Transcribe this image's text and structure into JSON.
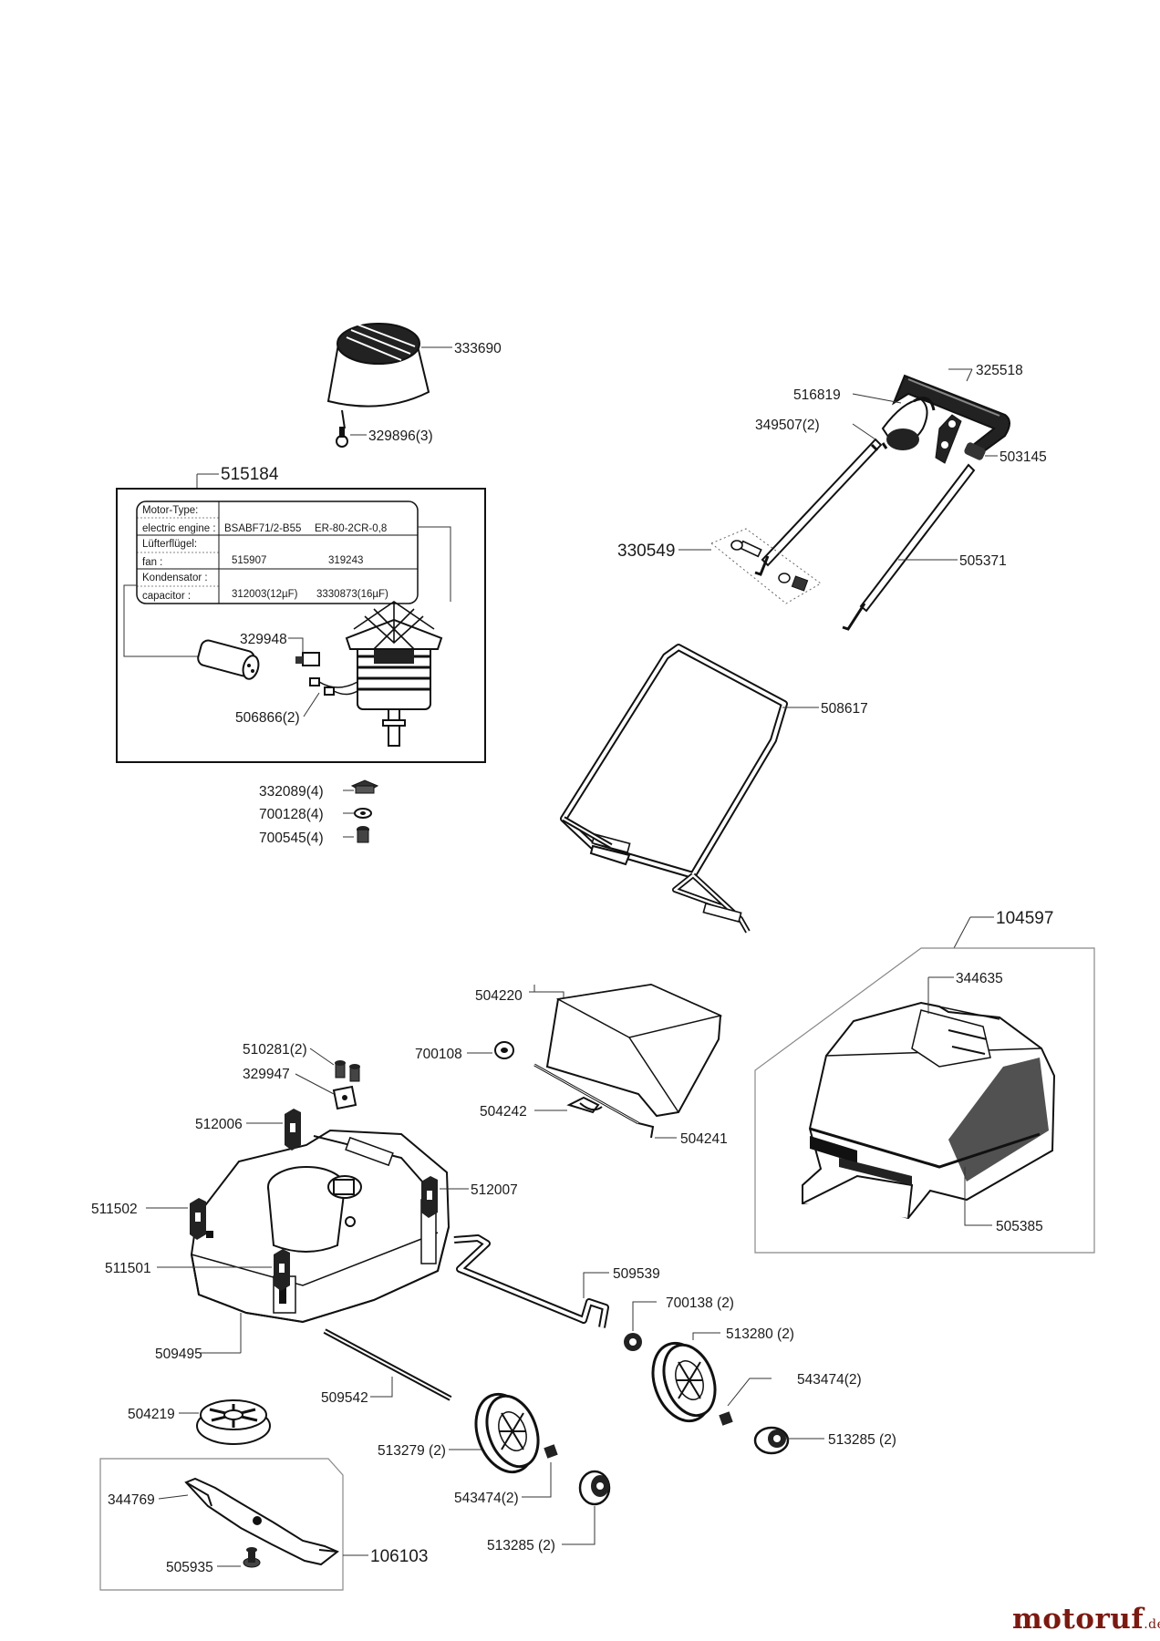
{
  "diagram": {
    "parts": {
      "p333690": "333690",
      "p329896": "329896(3)",
      "p515184": "515184",
      "p329948": "329948",
      "p506866": "506866(2)",
      "p332089": "332089(4)",
      "p700128": "700128(4)",
      "p700545": "700545(4)",
      "p325518": "325518",
      "p516819": "516819",
      "p349507": "349507(2)",
      "p503145": "503145",
      "p330549": "330549",
      "p505371": "505371",
      "p508617": "508617",
      "p104597": "104597",
      "p344635": "344635",
      "p505385": "505385",
      "p504220": "504220",
      "p700108": "700108",
      "p504242": "504242",
      "p504241": "504241",
      "p510281": "510281(2)",
      "p329947": "329947",
      "p512006": "512006",
      "p512007": "512007",
      "p511502": "511502",
      "p511501": "511501",
      "p509495": "509495",
      "p509539": "509539",
      "p700138": "700138 (2)",
      "p513280": "513280 (2)",
      "p543474a": "543474(2)",
      "p509542": "509542",
      "p504219": "504219",
      "p513285a": "513285 (2)",
      "p513279": "513279 (2)",
      "p543474b": "543474(2)",
      "p513285b": "513285 (2)",
      "p344769": "344769",
      "p106103": "106103",
      "p505935": "505935"
    },
    "motor_table": {
      "r1_label_a": "Motor-Type:",
      "r1_label_b": "electric engine :",
      "r1_val1": "BSABF71/2-B55",
      "r1_val2": "ER-80-2CR-0,8",
      "r2_label_a": "Lüfterflügel:",
      "r2_label_b": "fan :",
      "r2_val1": "515907",
      "r2_val2": "319243",
      "r3_label_a": "Kondensator :",
      "r3_label_b": "capacitor :",
      "r3_val1": "312003(12µF)",
      "r3_val2": "3330873(16µF)"
    }
  },
  "watermark": {
    "brand": "motoruf",
    "tld": ".de"
  }
}
